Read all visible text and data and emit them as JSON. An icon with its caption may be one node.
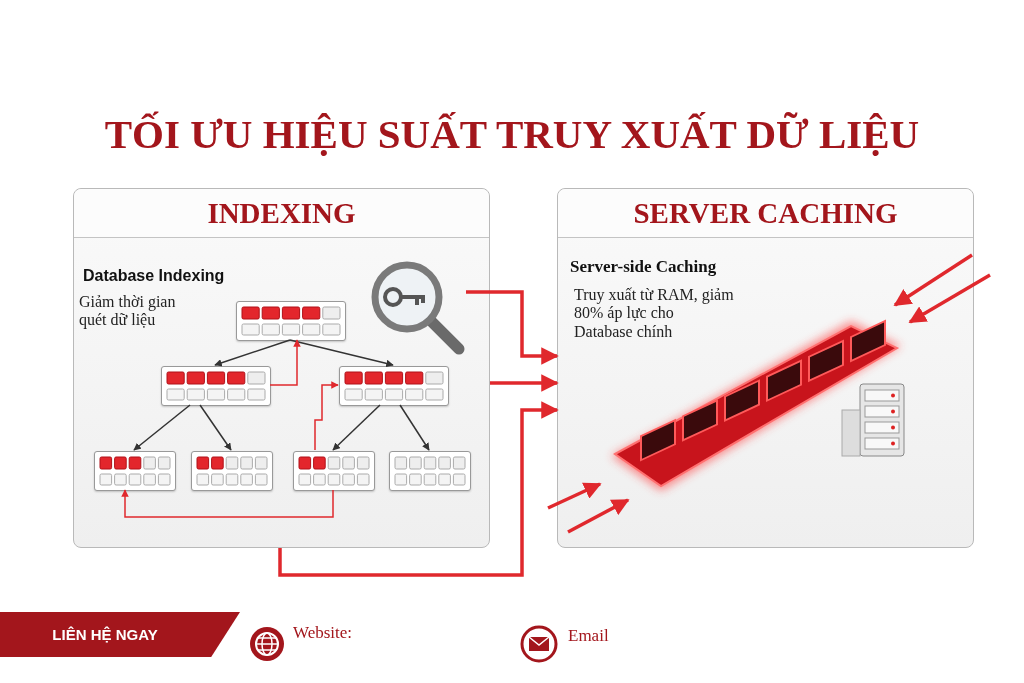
{
  "diagram": {
    "title": "TỐI ƯU HIỆU SUẤT TRUY XUẤT DỮ LIỆU",
    "nodes": [
      {
        "text": [
          "INDEXING",
          "Database Indexing",
          "Giảm thời gian quét dữ liệu"
        ]
      },
      {
        "text": [],
        "shape": "box",
        "in": 0
      },
      {
        "text": [],
        "shape": "box",
        "in": 0
      },
      {
        "text": [],
        "shape": "box",
        "in": 0
      },
      {
        "text": [],
        "shape": "box",
        "in": 0
      },
      {
        "text": [],
        "shape": "box",
        "in": 0
      },
      {
        "text": [],
        "shape": "box",
        "in": 0
      },
      {
        "text": [],
        "shape": "box",
        "in": 0
      },
      {
        "text": [],
        "shape": "picture",
        "in": 0
      },
      {
        "text": [
          "SERVER CACHING",
          "Server-side Caching",
          "Truy xuất từ RAM, giảm 80% áp lực cho Database chính"
        ]
      },
      {
        "text": [],
        "shape": "picture",
        "in": 9
      }
    ],
    "edges": [
      {
        "from": 1,
        "to": 2,
        "arrow": "to",
        "color": "#333333"
      },
      {
        "from": 1,
        "to": 3,
        "arrow": "to",
        "color": "#333333"
      },
      {
        "from": 2,
        "to": 4,
        "arrow": "to",
        "color": "#333333"
      },
      {
        "from": 2,
        "to": 5,
        "arrow": "to",
        "color": "#333333"
      },
      {
        "from": 3,
        "to": 6,
        "arrow": "to",
        "color": "#333333"
      },
      {
        "from": 3,
        "to": 7,
        "arrow": "to",
        "color": "#333333"
      },
      {
        "from": 2,
        "to": 1,
        "arrow": "to"
      },
      {
        "from": 6,
        "to": 3,
        "arrow": "to"
      },
      {
        "from": 6,
        "to": 4,
        "arrow": "to"
      },
      {
        "from": 8,
        "to": 9,
        "arrow": "to",
        "style": "thick"
      },
      {
        "from": 0,
        "to": 9,
        "arrow": "to",
        "style": "thick"
      },
      {
        "from": 0,
        "to": 9,
        "arrow": "to",
        "style": "thick"
      },
      {
        "from": null,
        "to": 10,
        "arrow": "to",
        "style": "thick"
      },
      {
        "from": null,
        "to": 10,
        "arrow": "to",
        "style": "thick"
      },
      {
        "from": null,
        "to": 10,
        "arrow": "to",
        "style": "thick"
      },
      {
        "from": null,
        "to": 10,
        "arrow": "to",
        "style": "thick"
      }
    ],
    "labels": [
      "LIÊN HỆ NGAY",
      "Website:",
      "Email"
    ]
  }
}
